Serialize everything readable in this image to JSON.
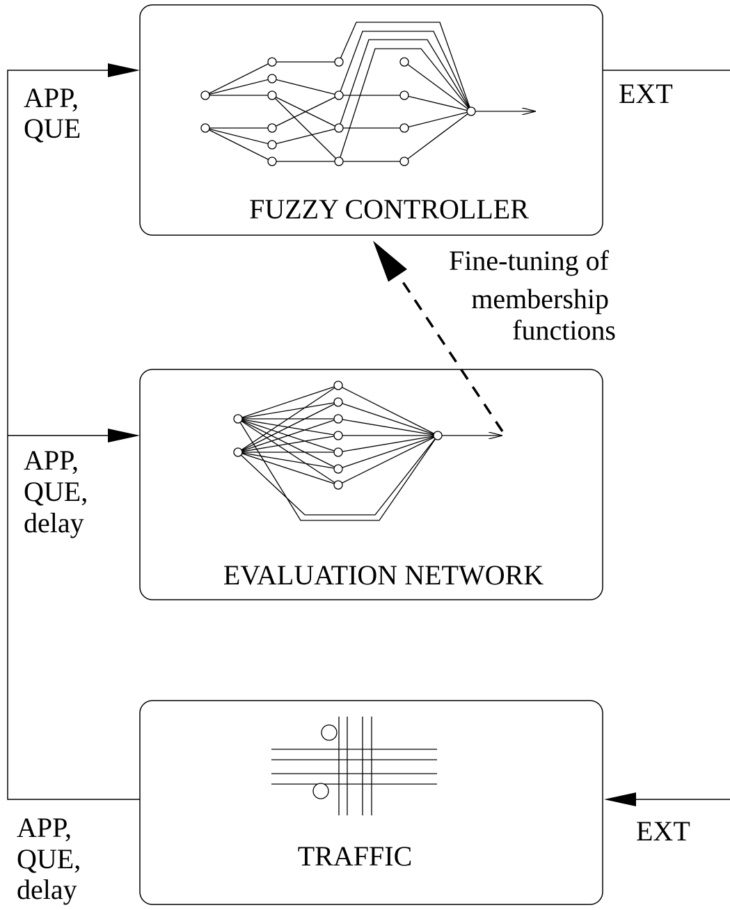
{
  "colors": {
    "stroke": "#000000",
    "background": "#ffffff"
  },
  "blocks": {
    "fuzzy_controller": {
      "title": "FUZZY CONTROLLER"
    },
    "evaluation_network": {
      "title": "EVALUATION NETWORK"
    },
    "traffic": {
      "title": "TRAFFIC"
    }
  },
  "labels": {
    "controller_inputs": [
      "APP,",
      "QUE"
    ],
    "controller_output": "EXT",
    "evaluation_inputs": [
      "APP,",
      "QUE,",
      "delay"
    ],
    "traffic_outputs": [
      "APP,",
      "QUE,",
      "delay"
    ],
    "traffic_input": "EXT",
    "tuning": [
      "Fine-tuning of",
      "membership",
      "functions"
    ]
  }
}
